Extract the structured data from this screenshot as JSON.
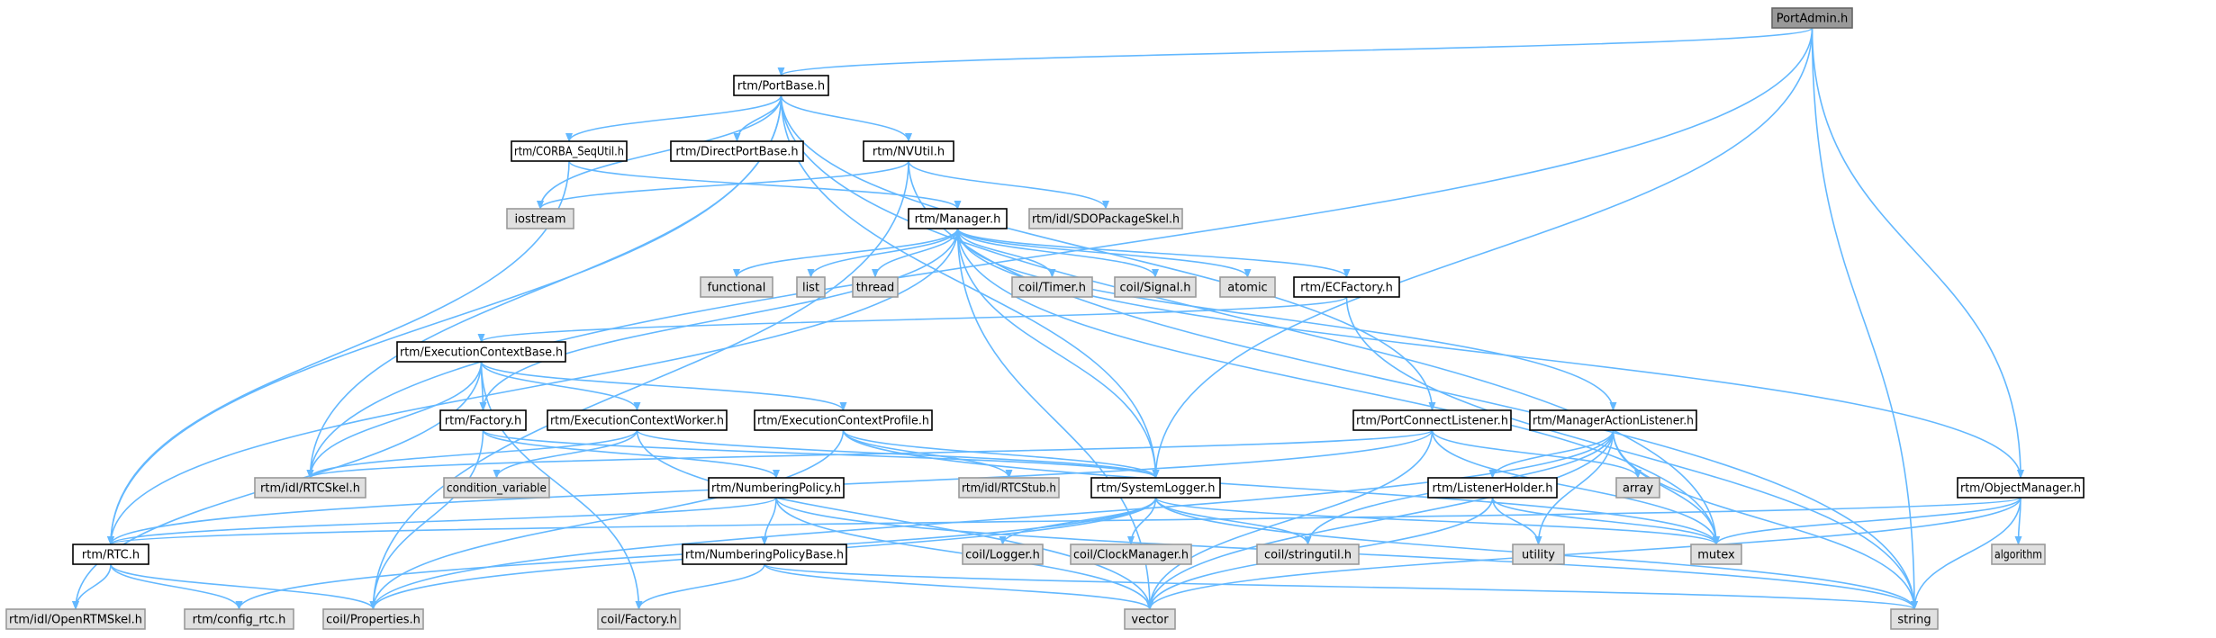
{
  "colors": {
    "edge": "#63b8ff",
    "box_plain": "#ffffff",
    "box_external": "#e0e0e0",
    "box_current": "#999999",
    "border_plain": "#000000",
    "border_external": "#999999",
    "border_current": "#666666"
  },
  "nodes": [
    {
      "id": "portadmin",
      "label": "PortAdmin.h",
      "style": "current"
    },
    {
      "id": "portbase",
      "label": "rtm/PortBase.h",
      "style": "plain"
    },
    {
      "id": "corba",
      "label": "rtm/CORBA_SeqUtil.h",
      "style": "plain"
    },
    {
      "id": "directportbase",
      "label": "rtm/DirectPortBase.h",
      "style": "plain"
    },
    {
      "id": "nvutil",
      "label": "rtm/NVUtil.h",
      "style": "plain"
    },
    {
      "id": "iostream",
      "label": "iostream",
      "style": "external"
    },
    {
      "id": "sdopackage",
      "label": "rtm/idl/SDOPackageSkel.h",
      "style": "external"
    },
    {
      "id": "manager",
      "label": "rtm/Manager.h",
      "style": "plain"
    },
    {
      "id": "functional",
      "label": "functional",
      "style": "external"
    },
    {
      "id": "list",
      "label": "list",
      "style": "external"
    },
    {
      "id": "thread",
      "label": "thread",
      "style": "external"
    },
    {
      "id": "timer",
      "label": "coil/Timer.h",
      "style": "external"
    },
    {
      "id": "signal",
      "label": "coil/Signal.h",
      "style": "external"
    },
    {
      "id": "atomic",
      "label": "atomic",
      "style": "external"
    },
    {
      "id": "ecfactory",
      "label": "rtm/ECFactory.h",
      "style": "plain"
    },
    {
      "id": "ecbase",
      "label": "rtm/ExecutionContextBase.h",
      "style": "plain"
    },
    {
      "id": "factory",
      "label": "rtm/Factory.h",
      "style": "plain"
    },
    {
      "id": "ecworker",
      "label": "rtm/ExecutionContextWorker.h",
      "style": "plain"
    },
    {
      "id": "ecprofile",
      "label": "rtm/ExecutionContextProfile.h",
      "style": "plain"
    },
    {
      "id": "portconnect",
      "label": "rtm/PortConnectListener.h",
      "style": "plain"
    },
    {
      "id": "manageraction",
      "label": "rtm/ManagerActionListener.h",
      "style": "plain"
    },
    {
      "id": "rtcskel",
      "label": "rtm/idl/RTCSkel.h",
      "style": "external"
    },
    {
      "id": "condvar",
      "label": "condition_variable",
      "style": "external"
    },
    {
      "id": "numpolicy",
      "label": "rtm/NumberingPolicy.h",
      "style": "plain"
    },
    {
      "id": "rtcstub",
      "label": "rtm/idl/RTCStub.h",
      "style": "external"
    },
    {
      "id": "syslogger",
      "label": "rtm/SystemLogger.h",
      "style": "plain"
    },
    {
      "id": "array",
      "label": "array",
      "style": "external"
    },
    {
      "id": "listenerholder",
      "label": "rtm/ListenerHolder.h",
      "style": "plain"
    },
    {
      "id": "objmanager",
      "label": "rtm/ObjectManager.h",
      "style": "plain"
    },
    {
      "id": "rtc",
      "label": "rtm/RTC.h",
      "style": "plain"
    },
    {
      "id": "numpolicybase",
      "label": "rtm/NumberingPolicyBase.h",
      "style": "plain"
    },
    {
      "id": "logger",
      "label": "coil/Logger.h",
      "style": "external"
    },
    {
      "id": "clockmgr",
      "label": "coil/ClockManager.h",
      "style": "external"
    },
    {
      "id": "stringutil",
      "label": "coil/stringutil.h",
      "style": "external"
    },
    {
      "id": "utility",
      "label": "utility",
      "style": "external"
    },
    {
      "id": "mutex",
      "label": "mutex",
      "style": "external"
    },
    {
      "id": "algorithm",
      "label": "algorithm",
      "style": "external"
    },
    {
      "id": "openrtm",
      "label": "rtm/idl/OpenRTMSkel.h",
      "style": "external"
    },
    {
      "id": "configrtc",
      "label": "rtm/config_rtc.h",
      "style": "external"
    },
    {
      "id": "properties",
      "label": "coil/Properties.h",
      "style": "external"
    },
    {
      "id": "coilfactory",
      "label": "coil/Factory.h",
      "style": "external"
    },
    {
      "id": "vector",
      "label": "vector",
      "style": "external"
    },
    {
      "id": "string",
      "label": "string",
      "style": "external"
    }
  ],
  "edges": [
    [
      "portadmin",
      "portbase"
    ],
    [
      "portadmin",
      "objmanager"
    ],
    [
      "portadmin",
      "string"
    ],
    [
      "portadmin",
      "syslogger"
    ],
    [
      "portadmin",
      "rtcskel"
    ],
    [
      "portbase",
      "corba"
    ],
    [
      "portbase",
      "directportbase"
    ],
    [
      "portbase",
      "nvutil"
    ],
    [
      "portbase",
      "portconnect"
    ],
    [
      "portbase",
      "rtcskel"
    ],
    [
      "portbase",
      "rtc"
    ],
    [
      "portbase",
      "syslogger"
    ],
    [
      "portbase",
      "mutex"
    ],
    [
      "portbase",
      "iostream"
    ],
    [
      "corba",
      "manager"
    ],
    [
      "corba",
      "rtc"
    ],
    [
      "nvutil",
      "iostream"
    ],
    [
      "nvutil",
      "sdopackage"
    ],
    [
      "nvutil",
      "string"
    ],
    [
      "nvutil",
      "properties"
    ],
    [
      "manager",
      "functional"
    ],
    [
      "manager",
      "list"
    ],
    [
      "manager",
      "thread"
    ],
    [
      "manager",
      "timer"
    ],
    [
      "manager",
      "signal"
    ],
    [
      "manager",
      "atomic"
    ],
    [
      "manager",
      "ecfactory"
    ],
    [
      "manager",
      "factory"
    ],
    [
      "manager",
      "syslogger"
    ],
    [
      "manager",
      "manageraction"
    ],
    [
      "manager",
      "objmanager"
    ],
    [
      "manager",
      "mutex"
    ],
    [
      "manager",
      "rtc"
    ],
    [
      "manager",
      "vector"
    ],
    [
      "ecfactory",
      "ecbase"
    ],
    [
      "ecfactory",
      "string"
    ],
    [
      "ecbase",
      "factory"
    ],
    [
      "ecbase",
      "ecworker"
    ],
    [
      "ecbase",
      "ecprofile"
    ],
    [
      "ecbase",
      "rtcskel"
    ],
    [
      "ecbase",
      "openrtm"
    ],
    [
      "ecbase",
      "coilfactory"
    ],
    [
      "factory",
      "numpolicy"
    ],
    [
      "factory",
      "properties"
    ],
    [
      "factory",
      "syslogger"
    ],
    [
      "ecworker",
      "rtcskel"
    ],
    [
      "ecworker",
      "syslogger"
    ],
    [
      "ecworker",
      "condvar"
    ],
    [
      "ecworker",
      "vector"
    ],
    [
      "ecprofile",
      "rtcstub"
    ],
    [
      "ecprofile",
      "syslogger"
    ],
    [
      "ecprofile",
      "properties"
    ],
    [
      "ecprofile",
      "mutex"
    ],
    [
      "portconnect",
      "rtcskel"
    ],
    [
      "portconnect",
      "rtc"
    ],
    [
      "portconnect",
      "array"
    ],
    [
      "portconnect",
      "mutex"
    ],
    [
      "portconnect",
      "vector"
    ],
    [
      "manageraction",
      "listenerholder"
    ],
    [
      "manageraction",
      "stringutil"
    ],
    [
      "manageraction",
      "utility"
    ],
    [
      "manageraction",
      "mutex"
    ],
    [
      "manageraction",
      "string"
    ],
    [
      "manageraction",
      "vector"
    ],
    [
      "manageraction",
      "properties"
    ],
    [
      "numpolicy",
      "numpolicybase"
    ],
    [
      "numpolicy",
      "rtc"
    ],
    [
      "numpolicy",
      "string"
    ],
    [
      "numpolicy",
      "vector"
    ],
    [
      "numpolicybase",
      "coilfactory"
    ],
    [
      "numpolicybase",
      "string"
    ],
    [
      "numpolicybase",
      "vector"
    ],
    [
      "syslogger",
      "logger"
    ],
    [
      "syslogger",
      "clockmgr"
    ],
    [
      "syslogger",
      "stringutil"
    ],
    [
      "syslogger",
      "mutex"
    ],
    [
      "syslogger",
      "string"
    ],
    [
      "syslogger",
      "properties"
    ],
    [
      "syslogger",
      "configrtc"
    ],
    [
      "listenerholder",
      "utility"
    ],
    [
      "listenerholder",
      "mutex"
    ],
    [
      "listenerholder",
      "vector"
    ],
    [
      "objmanager",
      "algorithm"
    ],
    [
      "objmanager",
      "mutex"
    ],
    [
      "objmanager",
      "string"
    ],
    [
      "objmanager",
      "vector"
    ],
    [
      "objmanager",
      "rtc"
    ],
    [
      "rtc",
      "openrtm"
    ],
    [
      "rtc",
      "configrtc"
    ],
    [
      "rtc",
      "properties"
    ]
  ]
}
